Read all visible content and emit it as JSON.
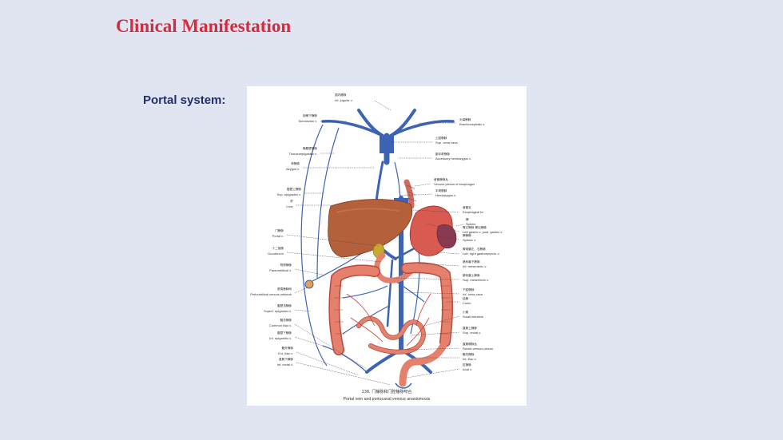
{
  "slide": {
    "title": "Clinical Manifestation",
    "section_label": "Portal system:",
    "background_color": "#e1e5f2",
    "title_color": "#d42b3e",
    "label_color": "#1e2f6b"
  },
  "figure": {
    "caption_zh": "136.   门静脉和门腔静脉吻合",
    "caption_en": "Portal vein and portocaval venous anastomosis",
    "left_labels": [
      {
        "zh": "锁骨下静脉",
        "en": "Subclavian v."
      },
      {
        "zh": "胸腹壁静脉",
        "en": "Thoracoepigastric v."
      },
      {
        "zh": "奇静脉",
        "en": "Azygos v."
      },
      {
        "zh": "腹壁上静脉",
        "en": "Sup. epigastric v."
      },
      {
        "zh": "肝",
        "en": "Liver"
      },
      {
        "zh": "门静脉",
        "en": "Portal v."
      },
      {
        "zh": "十二指肠",
        "en": "Duodenum"
      },
      {
        "zh": "附脐静脉",
        "en": "Paraumbilical v."
      },
      {
        "zh": "脐周静脉网",
        "en": "Periumbilical venous network"
      },
      {
        "zh": "腹壁浅静脉",
        "en": "Superf. epigastric v."
      },
      {
        "zh": "髂总静脉",
        "en": "Common iliac v."
      },
      {
        "zh": "腹壁下静脉",
        "en": "Inf. epigastric v."
      },
      {
        "zh": "髂外静脉",
        "en": "Ext. iliac v."
      },
      {
        "zh": "直肠下静脉",
        "en": "Inf. rectal v."
      }
    ],
    "right_labels": [
      {
        "zh": "颈内静脉",
        "en": "Int. jugular v."
      },
      {
        "zh": "头臂静脉",
        "en": "Brachiocephalic v."
      },
      {
        "zh": "上腔静脉",
        "en": "Sup. vena cava"
      },
      {
        "zh": "副半奇静脉",
        "en": "Accessory hemiazygos v."
      },
      {
        "zh": "食管静脉丛",
        "en": "Venous plexus of esophagus"
      },
      {
        "zh": "半奇静脉",
        "en": "Hemiazygos v."
      },
      {
        "zh": "食管支",
        "en": "Esophageal br."
      },
      {
        "zh": "脾",
        "en": "Spleen"
      },
      {
        "zh": "胃左静脉  胃后静脉",
        "en": "Left gastric v.  post. gastric v."
      },
      {
        "zh": "脾静脉",
        "en": "Splenic v."
      },
      {
        "zh": "胃网膜左、右静脉",
        "en": "Left, right gastroepiploic v."
      },
      {
        "zh": "肠系膜下静脉",
        "en": "Inf. mesenteric v."
      },
      {
        "zh": "肠系膜上静脉",
        "en": "Sup. mesenteric v."
      },
      {
        "zh": "下腔静脉",
        "en": "Inf. vena cava"
      },
      {
        "zh": "结肠",
        "en": "Colon"
      },
      {
        "zh": "小肠",
        "en": "Small intestine"
      },
      {
        "zh": "直肠上静脉",
        "en": "Sup. rectal v."
      },
      {
        "zh": "直肠静脉丛",
        "en": "Rectal venous plexus"
      },
      {
        "zh": "髂内静脉",
        "en": "Int. iliac v."
      },
      {
        "zh": "肛静脉",
        "en": "Anal v."
      }
    ]
  }
}
